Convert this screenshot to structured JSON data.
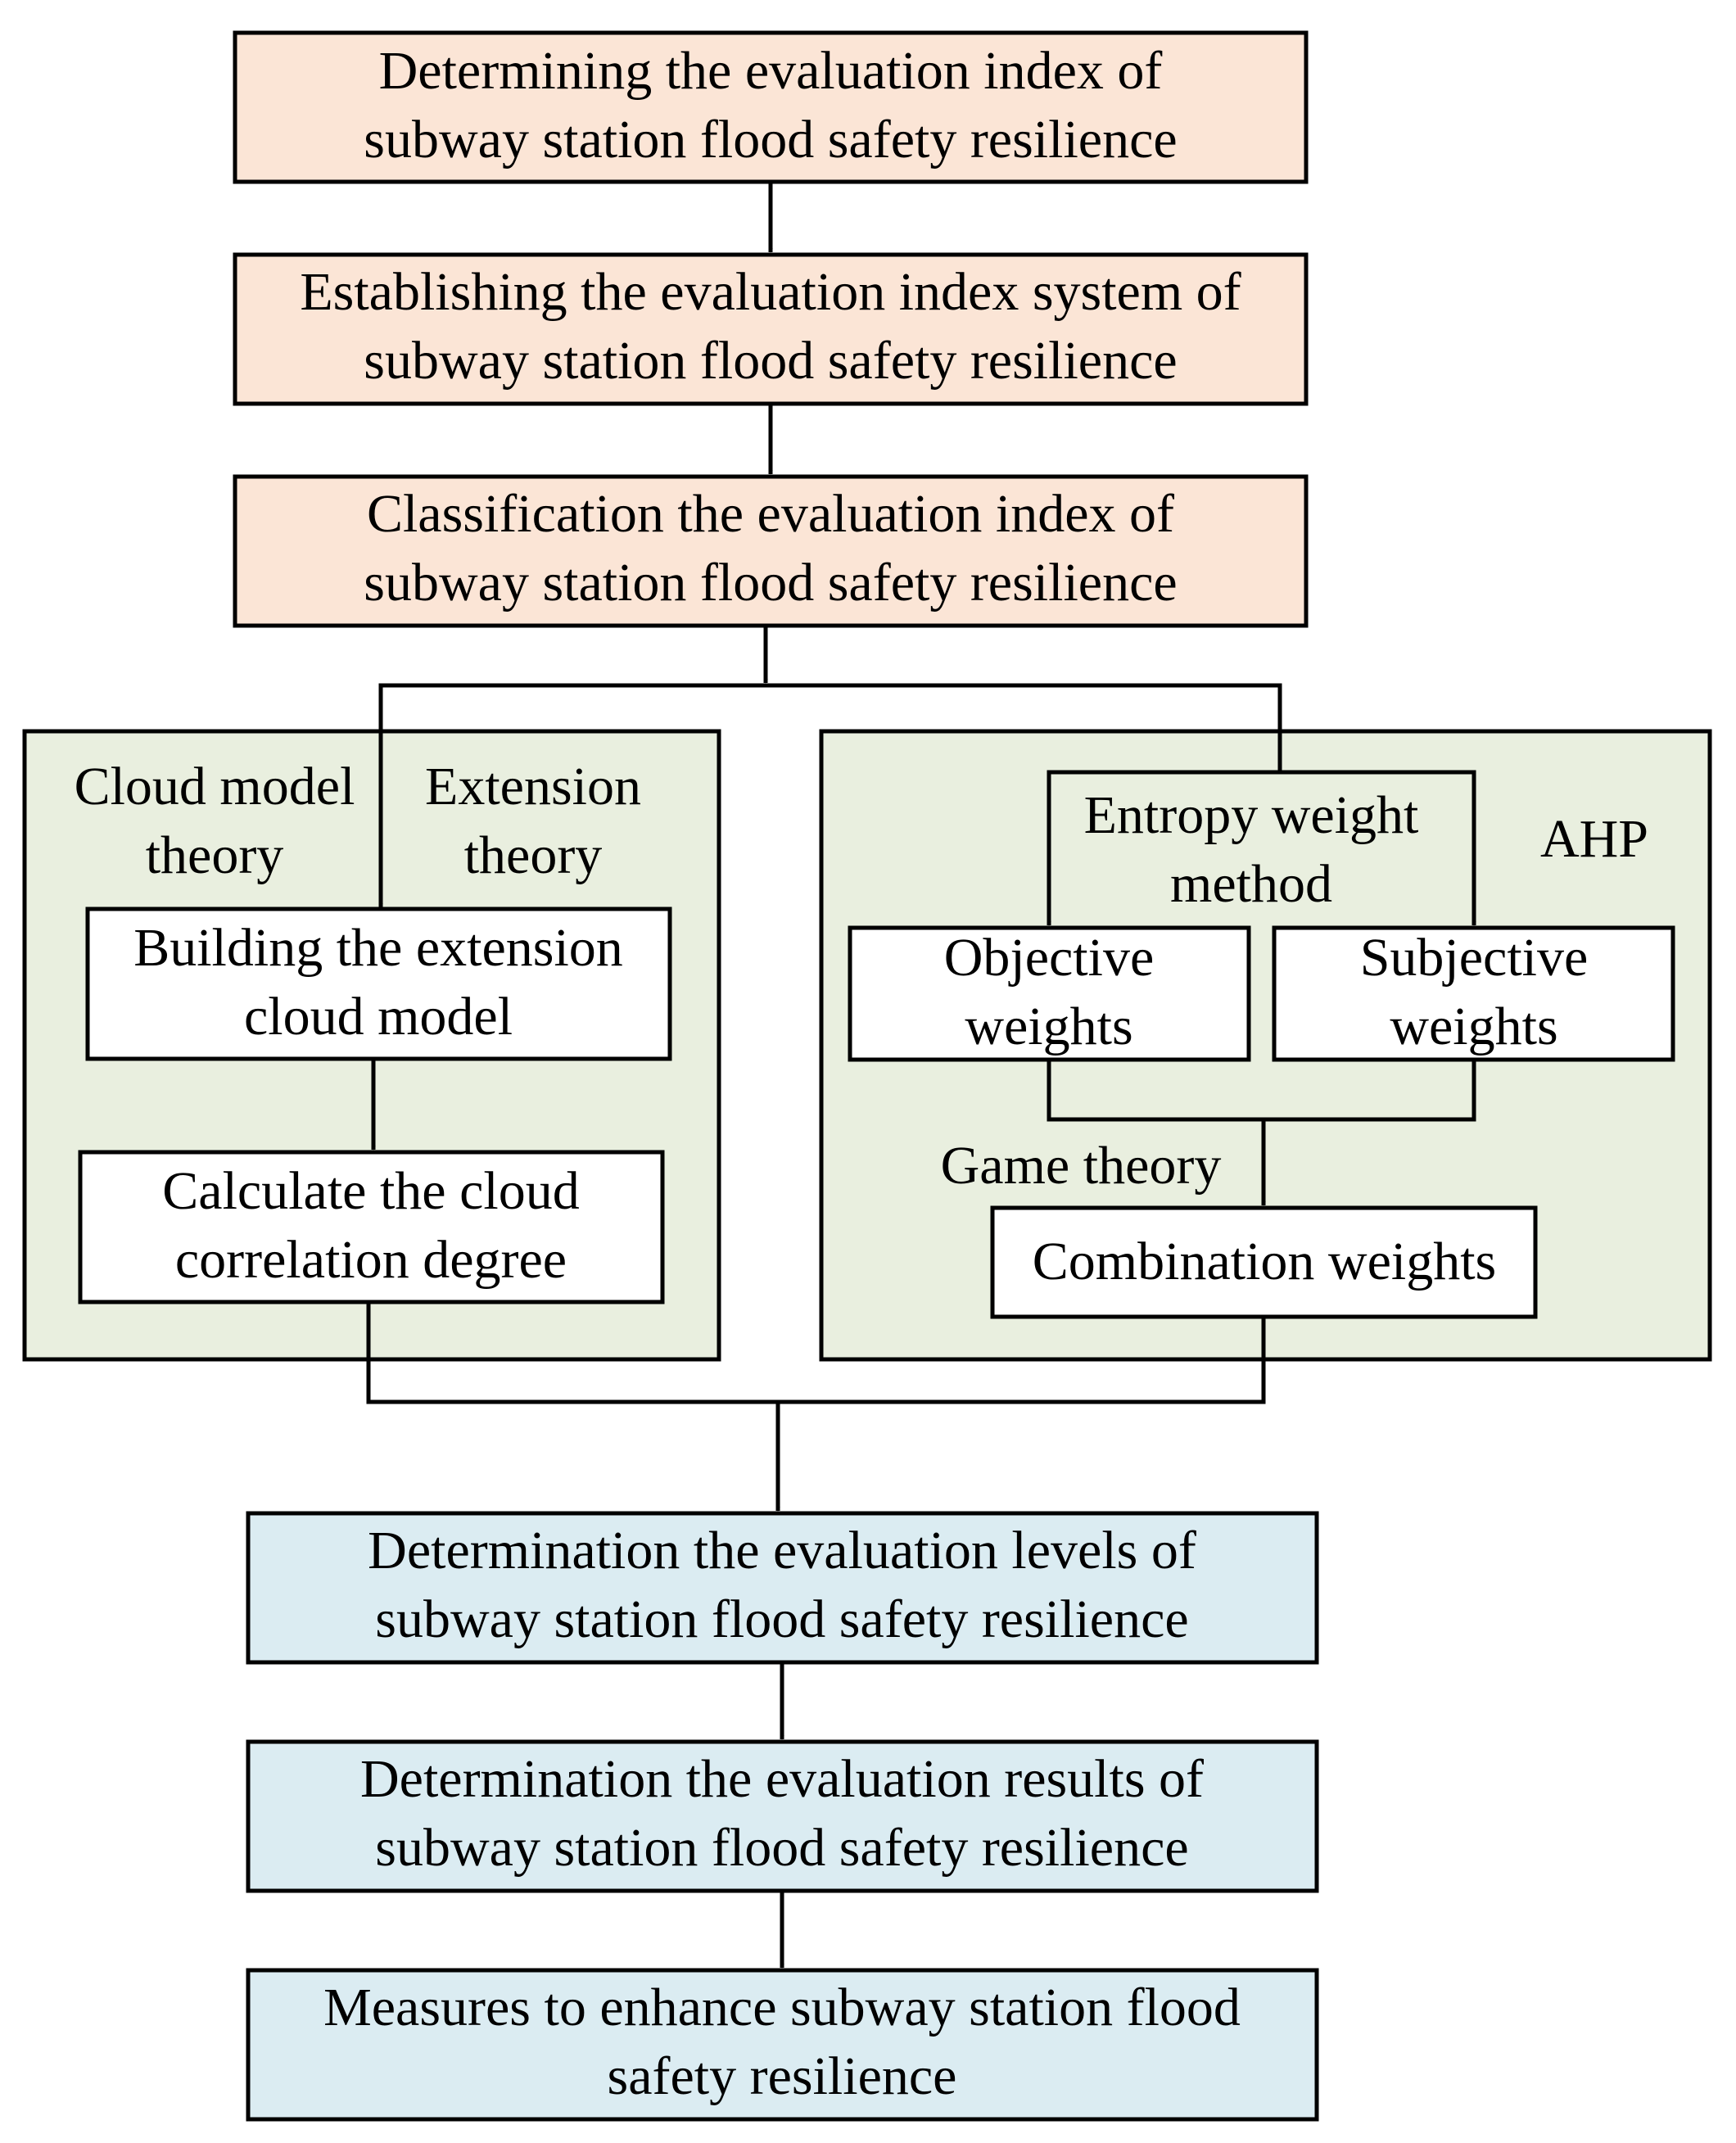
{
  "top_steps": [
    {
      "line1": "Determining the evaluation index of",
      "line2": "subway station flood safety resilience"
    },
    {
      "line1": "Establishing the evaluation index system of",
      "line2": "subway station flood safety resilience"
    },
    {
      "line1": "Classification the evaluation index of",
      "line2": "subway station flood safety resilience"
    }
  ],
  "left_panel": {
    "cloud_theory": {
      "line1": "Cloud model",
      "line2": "theory"
    },
    "extension_theory": {
      "line1": "Extension",
      "line2": "theory"
    },
    "build_model": {
      "line1": "Building the extension",
      "line2": "cloud model"
    },
    "calc_degree": {
      "line1": "Calculate the cloud",
      "line2": "correlation degree"
    }
  },
  "right_panel": {
    "entropy": {
      "line1": "Entropy weight",
      "line2": "method"
    },
    "ahp": "AHP",
    "objective": {
      "line1": "Objective",
      "line2": "weights"
    },
    "subjective": {
      "line1": "Subjective",
      "line2": "weights"
    },
    "game_theory": "Game theory",
    "combination": "Combination weights"
  },
  "bottom_steps": [
    {
      "line1": "Determination the evaluation levels of",
      "line2": "subway station flood safety resilience"
    },
    {
      "line1": "Determination the evaluation results of",
      "line2": "subway station flood safety resilience"
    },
    {
      "line1": "Measures to enhance subway station flood",
      "line2": "safety resilience"
    }
  ],
  "colors": {
    "peach": "#fbe5d6",
    "blue": "#dbecf2",
    "green": "#e9efdf"
  }
}
